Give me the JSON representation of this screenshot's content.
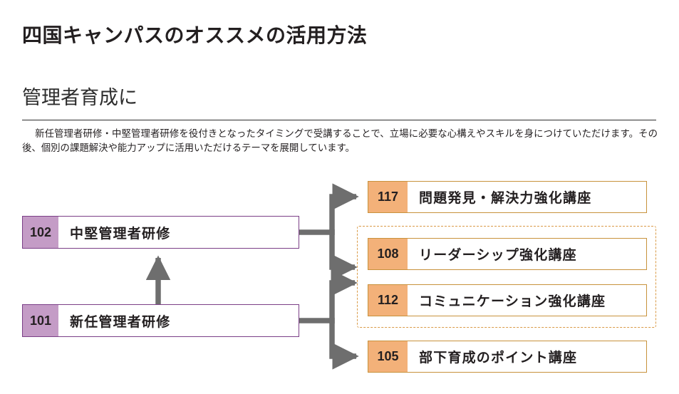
{
  "header": {
    "title": "四国キャンパスのオススメの活用方法",
    "section_title": "管理者育成に",
    "body_line_1": "新任管理者研修・中堅管理者研修を役付きとなったタイミングで受講することで、立場に必要な心構えやスキルを身",
    "body_line_2": "につけていただけます。その後、個別の課題解決や能力アップに活用いただけるテーマを展開しています。",
    "body_text": "新任管理者研修・中堅管理者研修を役付きとなったタイミングで受講することで、立場に必要な心構えやスキルを身につけていただけます。その後、個別の課題解決や能力アップに活用いただけるテーマを展開しています。"
  },
  "diagram": {
    "prerequisite_nodes": [
      {
        "code": "102",
        "label": "中堅管理者研修"
      },
      {
        "code": "101",
        "label": "新任管理者研修"
      }
    ],
    "course_nodes": [
      {
        "code": "117",
        "label": "問題発見・解決力強化講座"
      },
      {
        "code": "108",
        "label": "リーダーシップ強化講座"
      },
      {
        "code": "112",
        "label": "コミュニケーション強化講座"
      },
      {
        "code": "105",
        "label": "部下育成のポイント講座"
      }
    ],
    "colors": {
      "purple_badge": "#c49cc6",
      "purple_border": "#7b3f87",
      "orange_badge": "#f3b179",
      "orange_border": "#c8923c",
      "dashed_group_border": "#d99a46",
      "connector": "#6e6e6e",
      "text": "#231f20"
    }
  }
}
